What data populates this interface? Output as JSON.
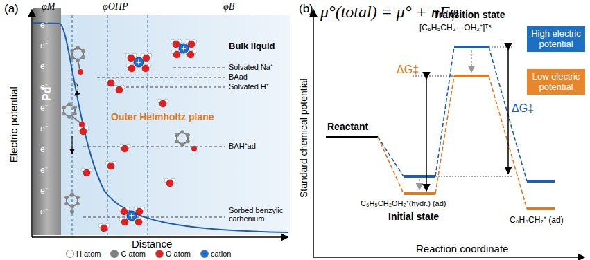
{
  "diagram": {
    "nodes": [
      {
        "text": [
          "Pd"
        ]
      },
      {
        "text": [
          "High electric potential"
        ]
      },
      {
        "text": [
          "Low electric potential"
        ]
      }
    ],
    "labels": [
      "(a)",
      "φM",
      "φOHP",
      "φB",
      "Bulk liquid",
      "Solvated Na⁺",
      "BAad",
      "Solvated H⁺",
      "Outer Helmholtz plane",
      "BAH⁺ad",
      "Sorbed benzylic carbenium",
      "Electric potential",
      "Distance",
      "e⁻",
      "e⁻",
      "e⁻",
      "e⁻",
      "e⁻",
      "e⁻",
      "e⁻",
      "e⁻",
      "e⁻",
      "e⁻",
      "(b)",
      "μ°(total) = μ° + nFφ",
      "Standard chemical potential",
      "Transition state",
      "[C₆H₅CH₂···OH₂⁺]ᵀˢ",
      "Reactant",
      "ΔG‡",
      "ΔG‡",
      "C₆H₅CH₂OH₂⁺(hydr.) (ad)",
      "Initial state",
      "C₆H₅CH₂⁺ (ad)",
      "Reaction coordinate"
    ],
    "legend": [
      {
        "text": "H atom",
        "color": "#ffffff"
      },
      {
        "text": "C atom",
        "color": "#808080"
      },
      {
        "text": "O atom",
        "color": "#e02020"
      },
      {
        "text": "cation",
        "color": "#1e6fd0"
      }
    ]
  }
}
